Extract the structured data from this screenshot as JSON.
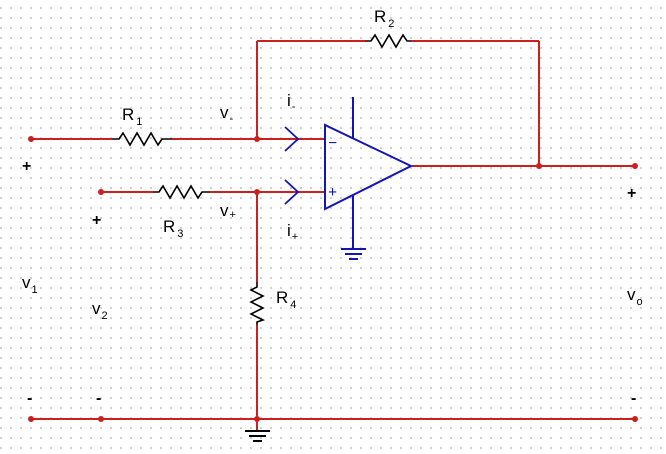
{
  "circuit": {
    "resistors": {
      "r1": {
        "letter": "R",
        "sub": "1"
      },
      "r2": {
        "letter": "R",
        "sub": "2"
      },
      "r3": {
        "letter": "R",
        "sub": "3"
      },
      "r4": {
        "letter": "R",
        "sub": "4"
      }
    },
    "node_voltages": {
      "v_minus": {
        "letter": "v",
        "sub": "-"
      },
      "v_plus": {
        "letter": "v",
        "sub": "+"
      }
    },
    "currents": {
      "i_minus": {
        "letter": "i",
        "sub": "-"
      },
      "i_plus": {
        "letter": "i",
        "sub": "+"
      }
    },
    "ports": {
      "v1": {
        "letter": "v",
        "sub": "1",
        "plus": "+",
        "minus": "-"
      },
      "v2": {
        "letter": "v",
        "sub": "2",
        "plus": "+",
        "minus": "-"
      },
      "vo": {
        "letter": "v",
        "sub": "o",
        "plus": "+",
        "minus": "-"
      }
    },
    "opamp": {
      "inverting_sign": "−",
      "noninverting_sign": "+"
    },
    "colors": {
      "wire": "#cc1f1f",
      "component": "#000000",
      "opamp": "#1414b4"
    }
  }
}
